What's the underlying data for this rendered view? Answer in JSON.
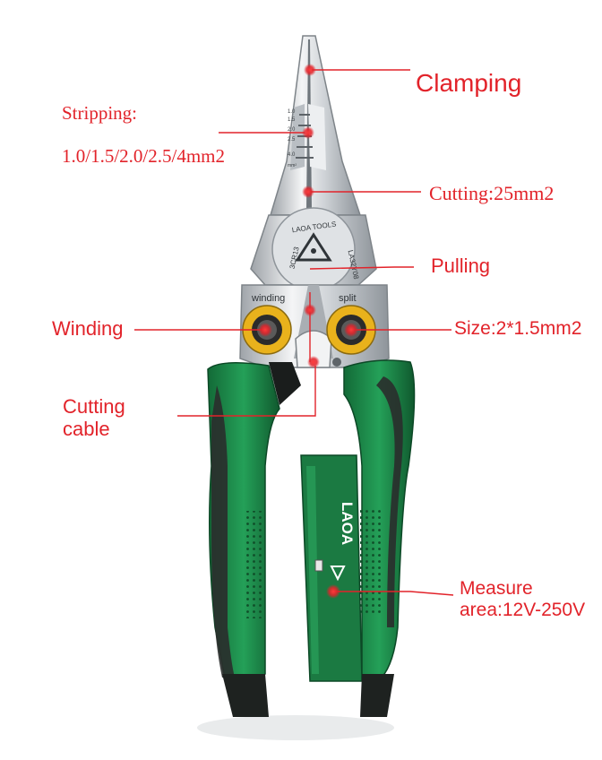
{
  "labels": {
    "clamping": "Clamping",
    "stripping_title": "Stripping:",
    "stripping_sizes": "1.0/1.5/2.0/2.5/4mm2",
    "cutting": "Cutting:25mm2",
    "pulling": "Pulling",
    "winding": "Winding",
    "size": "Size:2*1.5mm2",
    "cutting_cable_line1": "Cutting",
    "cutting_cable_line2": "cable",
    "measure_line1": "Measure",
    "measure_line2": "area:12V-250V"
  },
  "tool_markings": {
    "brand_ring": "LAOA TOOLS",
    "model": "LA32Y08",
    "steel": "3CR13",
    "winding": "winding",
    "split": "split",
    "handle_brand": "LAOA",
    "gauge_sizes": [
      "1.0",
      "1.5",
      "2.0",
      "2.5",
      "4.0"
    ],
    "gauge_unit": "mm²"
  },
  "colors": {
    "label_red": "#e2232a",
    "handle_green": "#1f8a4c",
    "handle_dark": "#2a2e2c",
    "steel": "#d9dcdf",
    "ring_yellow": "#e9b21c"
  }
}
